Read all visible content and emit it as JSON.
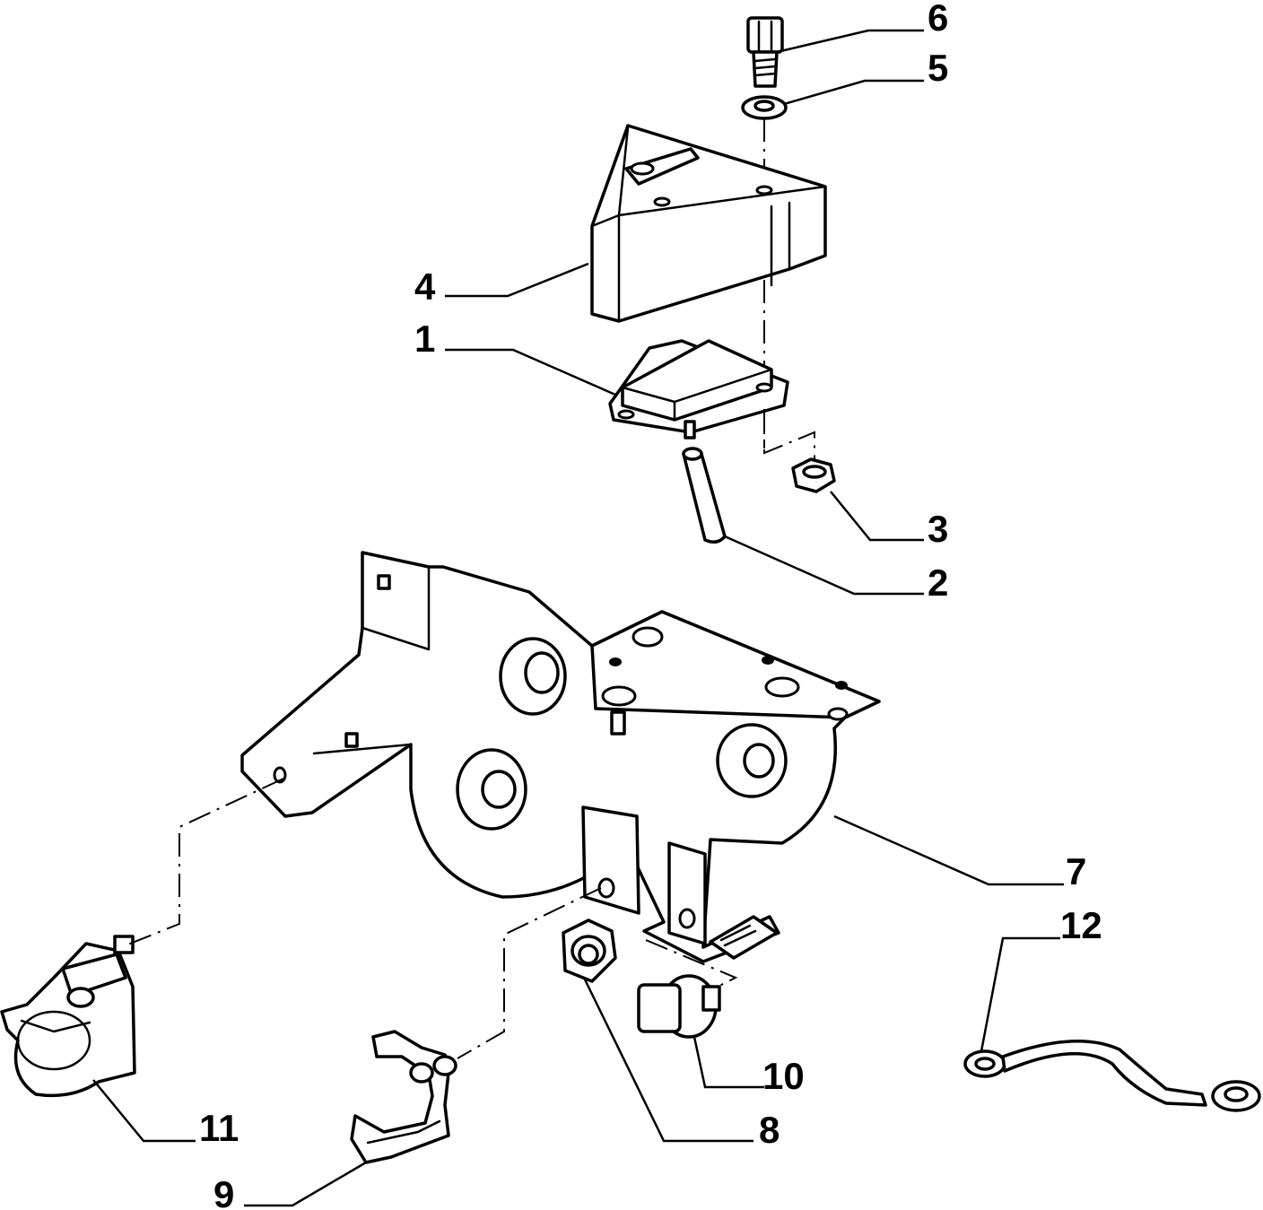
{
  "diagram": {
    "callouts": [
      {
        "id": "c6",
        "label": "6"
      },
      {
        "id": "c5",
        "label": "5"
      },
      {
        "id": "c4",
        "label": "4"
      },
      {
        "id": "c1",
        "label": "1"
      },
      {
        "id": "c3",
        "label": "3"
      },
      {
        "id": "c2",
        "label": "2"
      },
      {
        "id": "c7",
        "label": "7"
      },
      {
        "id": "c12",
        "label": "12"
      },
      {
        "id": "c10",
        "label": "10"
      },
      {
        "id": "c8",
        "label": "8"
      },
      {
        "id": "c11",
        "label": "11"
      },
      {
        "id": "c9",
        "label": "9"
      }
    ]
  }
}
